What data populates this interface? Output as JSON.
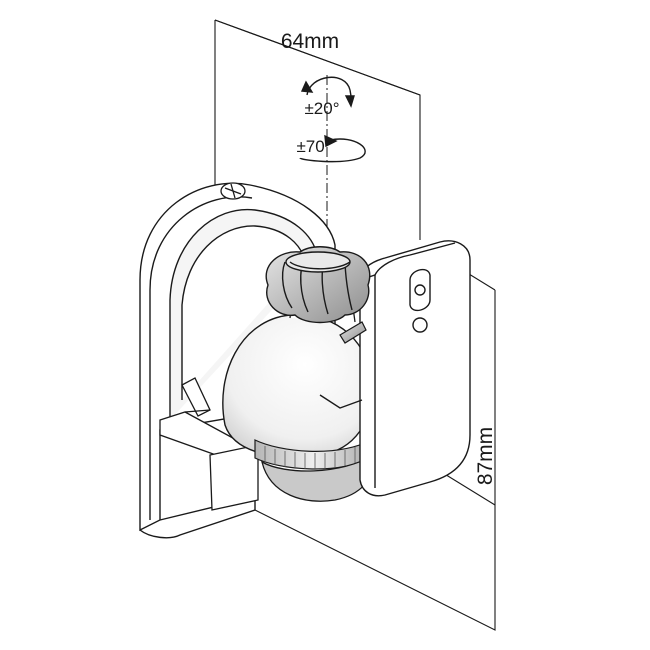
{
  "dimensions": {
    "width_label": "64mm",
    "height_label": "87mm"
  },
  "rotations": {
    "tilt_label": "±20°",
    "swivel_label": "±70°"
  },
  "colors": {
    "line": "#1a1a1a",
    "shade_light": "#f2f2f2",
    "shade_mid": "#d9d9d9",
    "shade_dark": "#9a9a9a",
    "background": "#ffffff"
  }
}
